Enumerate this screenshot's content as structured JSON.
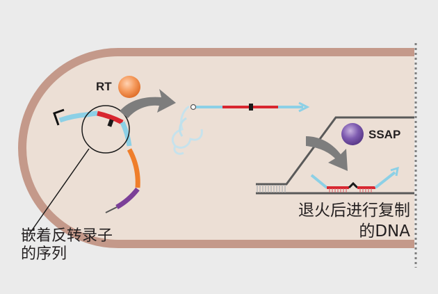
{
  "labels": {
    "rt": "RT",
    "ssap": "SSAP",
    "embedded_seq": "嵌着反转录子\n的序列",
    "annealed_dna_line1": "退火后进行复制",
    "annealed_dna_line2": "的DNA"
  },
  "colors": {
    "background": "#ebebeb",
    "cell_fill": "#ecdfd5",
    "cell_border": "#c4998a",
    "strand_blue": "#8cd0e6",
    "strand_red": "#d8262f",
    "orange": "#ef7e2b",
    "purple": "#7b3f98",
    "rt_enzyme": "#f08a4b",
    "ssap_enzyme": "#6d4b9a",
    "arrow_gray": "#7d7d7d",
    "dna_line": "#595959"
  },
  "icons": [
    "promoter-arrow-icon",
    "rt-enzyme-icon",
    "ssap-enzyme-icon",
    "process-arrow-icon"
  ]
}
